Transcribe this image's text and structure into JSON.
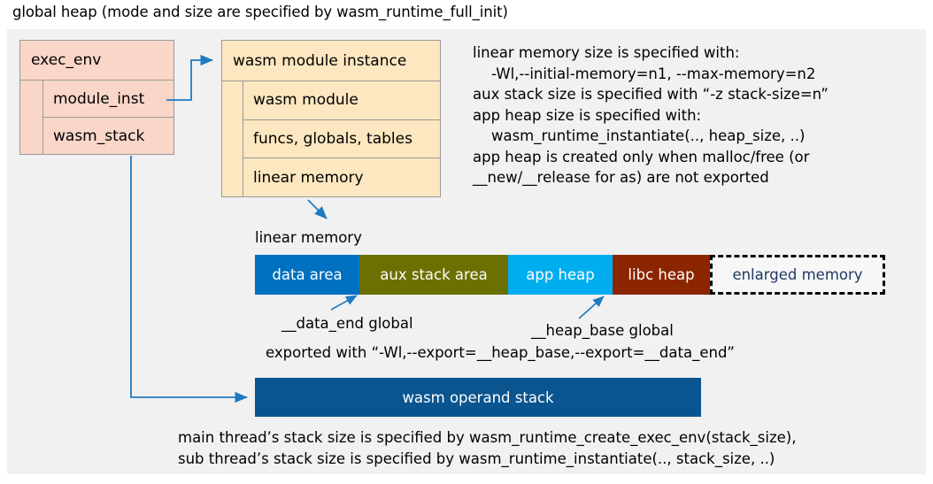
{
  "title": "global heap (mode and size are specified by wasm_runtime_full_init)",
  "colors": {
    "panel_bg": "#f1f1f1",
    "exec_env_fill": "#fad6c8",
    "module_fill": "#fce7c0",
    "arrow": "#1f7ac0",
    "data_area": "#0070c0",
    "aux_stack": "#6b7000",
    "app_heap": "#00aeef",
    "libc_heap": "#8b2500",
    "enlarged_text": "#1f3864",
    "operand_stack": "#0a558f"
  },
  "exec_env": {
    "header": "exec_env",
    "rows": [
      {
        "label": "module_inst"
      },
      {
        "label": "wasm_stack"
      }
    ]
  },
  "module_instance": {
    "header": "wasm module instance",
    "rows": [
      {
        "label": "wasm module"
      },
      {
        "label": "funcs, globals, tables"
      },
      {
        "label": "linear memory"
      }
    ]
  },
  "notes": "linear memory size is specified with:\n    -Wl,--initial-memory=n1, --max-memory=n2\naux stack size is specified with “-z stack-size=n”\napp heap size is specified with:\n    wasm_runtime_instantiate(.., heap_size, ..)\napp heap is created only when malloc/free (or\n__new/__release for as) are not exported",
  "linear_memory": {
    "label": "linear memory",
    "segments": [
      {
        "label": "data area",
        "color": "#0070c0",
        "width": 118,
        "dashed": false
      },
      {
        "label": "aux stack area",
        "color": "#6b7000",
        "width": 168,
        "dashed": false
      },
      {
        "label": "app heap",
        "color": "#00aeef",
        "width": 118,
        "dashed": false
      },
      {
        "label": "libc heap",
        "color": "#8b2500",
        "width": 110,
        "dashed": false
      },
      {
        "label": "enlarged memory",
        "color": "#f7f7f7",
        "width": 198,
        "dashed": true
      }
    ]
  },
  "annotations": {
    "data_end": "__data_end global",
    "heap_base": "__heap_base global",
    "export_note": "exported with “-Wl,--export=__heap_base,--export=__data_end”"
  },
  "operand_stack": {
    "label": "wasm operand stack"
  },
  "bottom_note": "main thread’s stack size is specified by wasm_runtime_create_exec_env(stack_size),\nsub thread’s stack size is specified by wasm_runtime_instantiate(.., stack_size, ..)"
}
